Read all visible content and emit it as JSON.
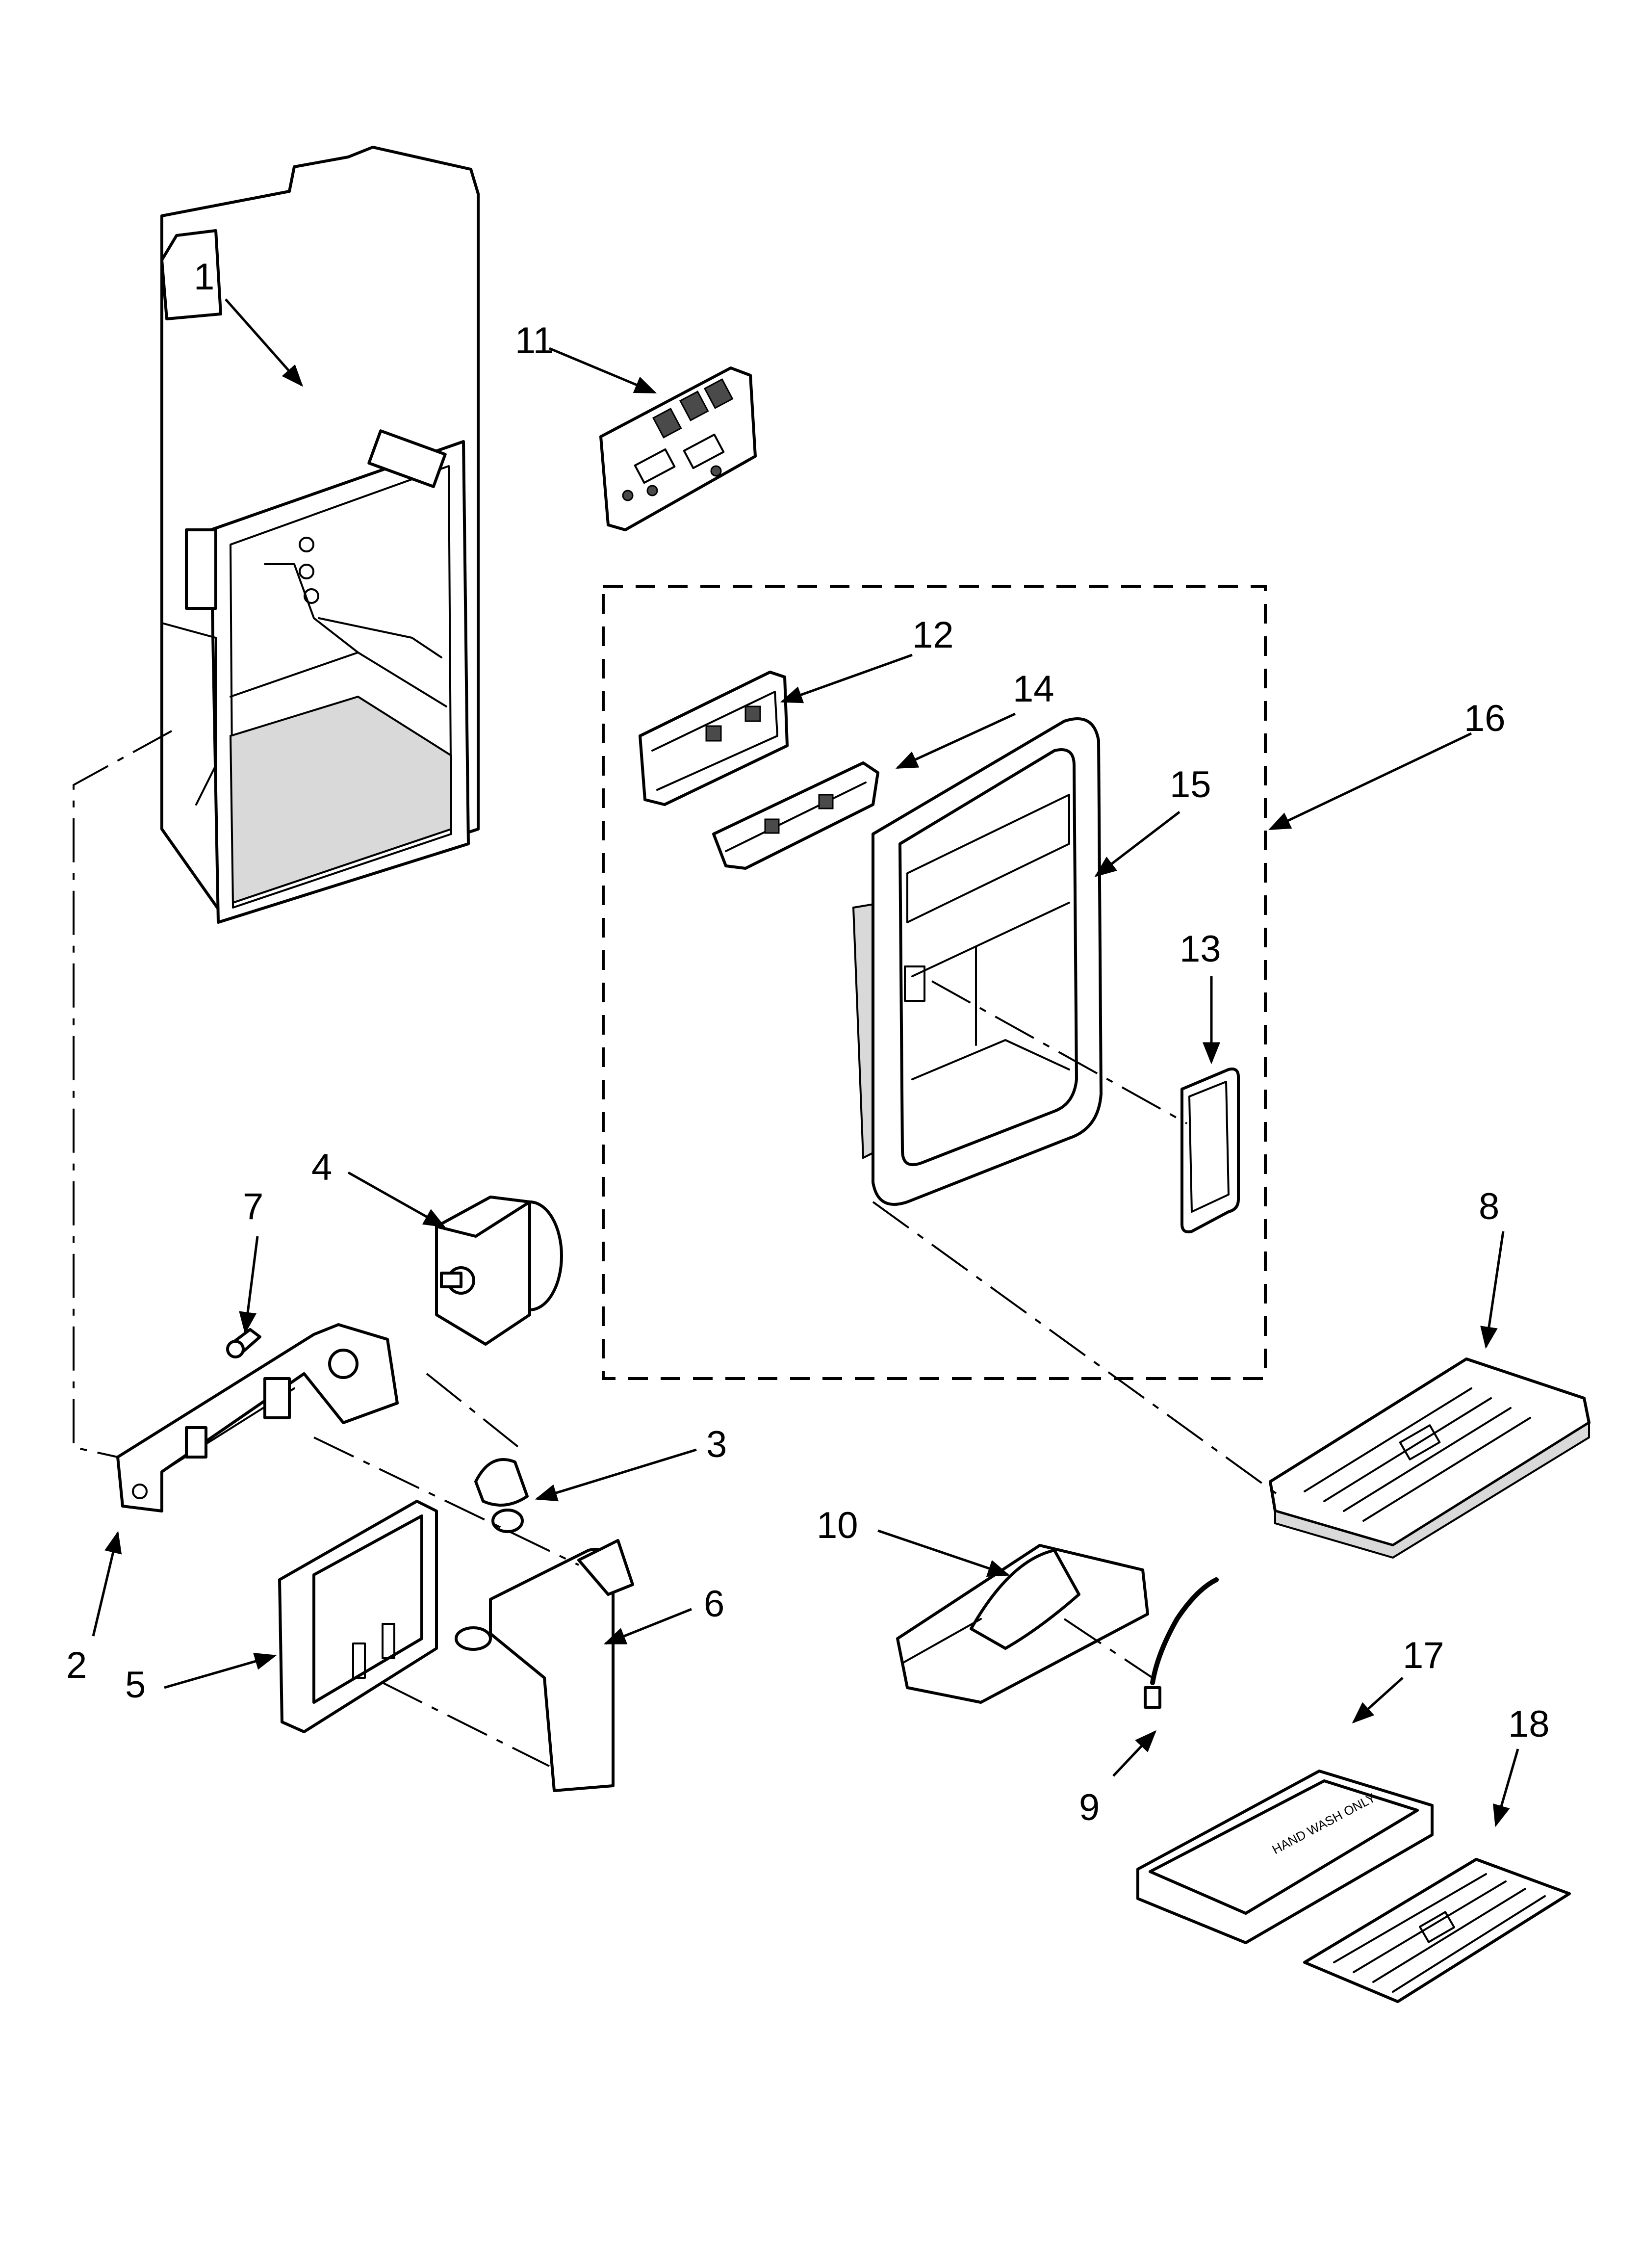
{
  "callouts": [
    {
      "id": "1",
      "text": "1"
    },
    {
      "id": "2",
      "text": "2"
    },
    {
      "id": "3",
      "text": "3"
    },
    {
      "id": "4",
      "text": "4"
    },
    {
      "id": "5",
      "text": "5"
    },
    {
      "id": "6",
      "text": "6"
    },
    {
      "id": "7",
      "text": "7"
    },
    {
      "id": "8",
      "text": "8"
    },
    {
      "id": "9",
      "text": "9"
    },
    {
      "id": "10",
      "text": "10"
    },
    {
      "id": "11",
      "text": "11"
    },
    {
      "id": "12",
      "text": "12"
    },
    {
      "id": "13",
      "text": "13"
    },
    {
      "id": "14",
      "text": "14"
    },
    {
      "id": "15",
      "text": "15"
    },
    {
      "id": "16",
      "text": "16"
    },
    {
      "id": "17",
      "text": "17"
    },
    {
      "id": "18",
      "text": "18"
    }
  ],
  "tray_imprint": "HAND WASH ONLY",
  "colors": {
    "line": "#000000",
    "background": "#ffffff",
    "shade": "#d9d9d9"
  }
}
